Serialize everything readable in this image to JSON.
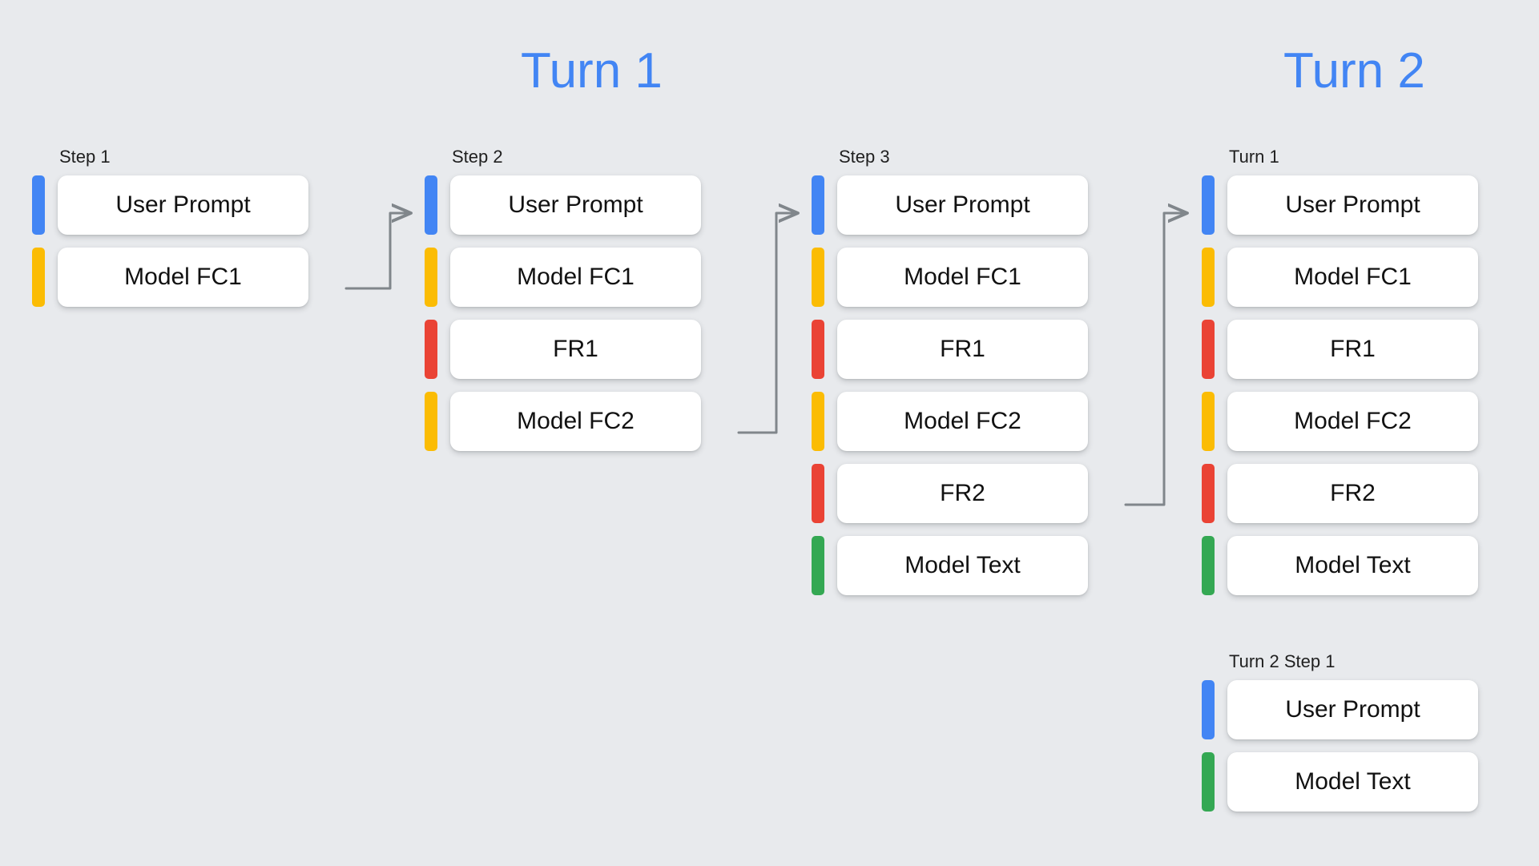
{
  "headings": {
    "turn1": "Turn 1",
    "turn2": "Turn 2",
    "color": "#4285f4"
  },
  "colors": {
    "background": "#e8eaed",
    "blue": "#4285f4",
    "yellow": "#fbbc04",
    "red": "#ea4335",
    "green": "#34a853",
    "card": "#ffffff",
    "connector": "#80868b"
  },
  "columns": [
    {
      "id": "step1",
      "label": "Step 1",
      "rows": [
        {
          "label": "User Prompt",
          "color": "blue"
        },
        {
          "label": "Model FC1",
          "color": "yellow"
        }
      ]
    },
    {
      "id": "step2",
      "label": "Step 2",
      "rows": [
        {
          "label": "User Prompt",
          "color": "blue"
        },
        {
          "label": "Model FC1",
          "color": "yellow"
        },
        {
          "label": "FR1",
          "color": "red"
        },
        {
          "label": "Model FC2",
          "color": "yellow"
        }
      ]
    },
    {
      "id": "step3",
      "label": "Step 3",
      "rows": [
        {
          "label": "User Prompt",
          "color": "blue"
        },
        {
          "label": "Model FC1",
          "color": "yellow"
        },
        {
          "label": "FR1",
          "color": "red"
        },
        {
          "label": "Model FC2",
          "color": "yellow"
        },
        {
          "label": "FR2",
          "color": "red"
        },
        {
          "label": "Model Text",
          "color": "green"
        }
      ]
    },
    {
      "id": "turn1",
      "label": "Turn 1",
      "rows": [
        {
          "label": "User Prompt",
          "color": "blue"
        },
        {
          "label": "Model FC1",
          "color": "yellow"
        },
        {
          "label": "FR1",
          "color": "red"
        },
        {
          "label": "Model FC2",
          "color": "yellow"
        },
        {
          "label": "FR2",
          "color": "red"
        },
        {
          "label": "Model Text",
          "color": "green"
        }
      ]
    },
    {
      "id": "turn2step1",
      "label": "Turn 2 Step 1",
      "rows": [
        {
          "label": "User Prompt",
          "color": "blue"
        },
        {
          "label": "Model Text",
          "color": "green"
        }
      ]
    }
  ],
  "connectors": [
    {
      "name": "step1-to-step2",
      "from": "Model FC1 (Step 1)",
      "to": "Step 2"
    },
    {
      "name": "step2-to-step3",
      "from": "Model FC2 (Step 2)",
      "to": "Step 3"
    },
    {
      "name": "step3-to-turn1",
      "from": "FR2 (Step 3)",
      "to": "Turn 1"
    }
  ]
}
